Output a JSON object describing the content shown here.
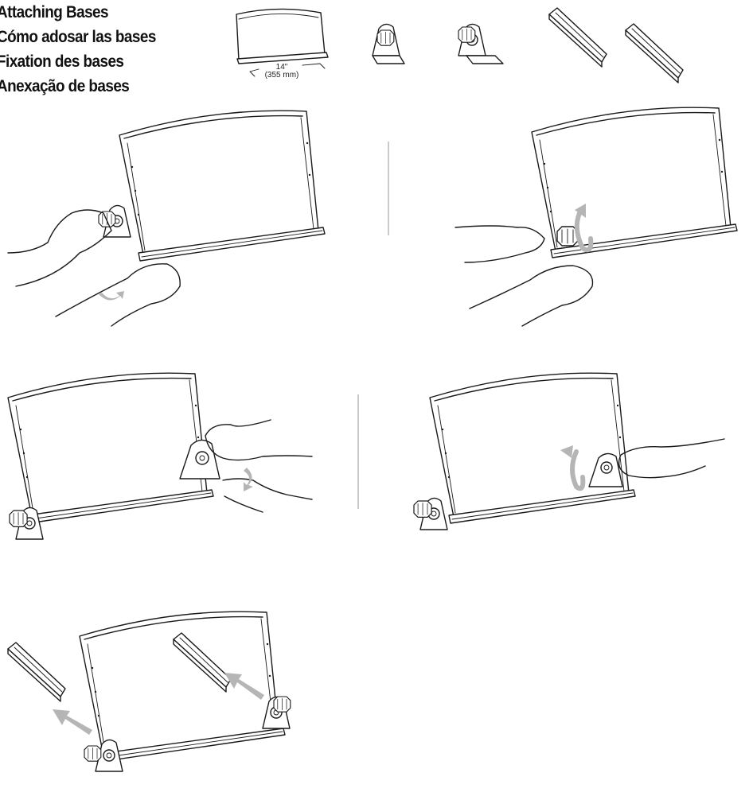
{
  "titles": [
    "Attaching Bases",
    "Cómo adosar las bases",
    "Fixation des bases",
    "Anexação de bases"
  ],
  "dimension": {
    "inches": "14\"",
    "mm": "(355 mm)"
  }
}
